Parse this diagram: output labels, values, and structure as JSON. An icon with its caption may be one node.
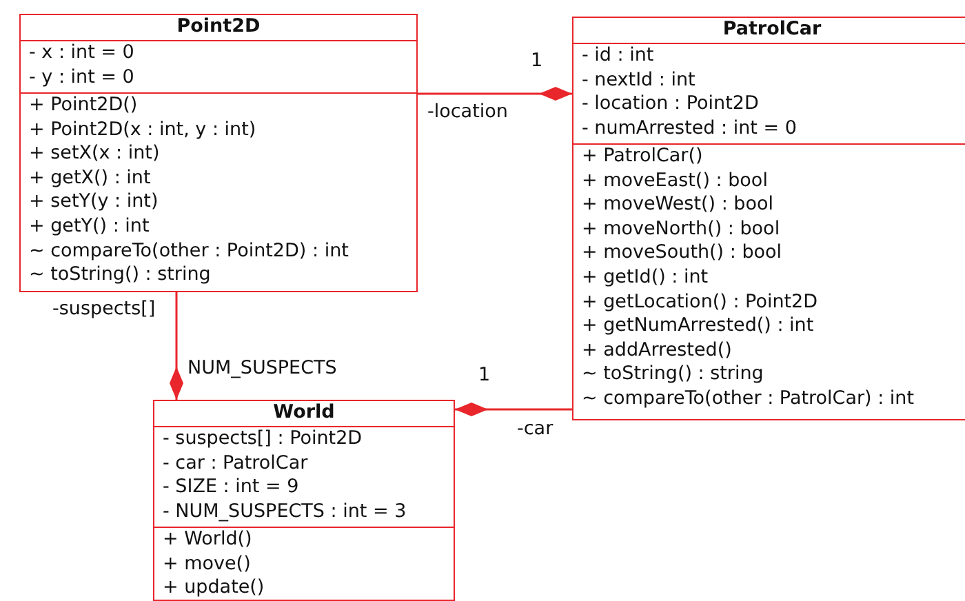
{
  "diagram": {
    "nodes": [
      {
        "text": [
          "Point2D"
        ]
      },
      {
        "text": [
          "- x : int = 0",
          "- y : int = 0"
        ],
        "in": 0
      },
      {
        "text": [
          "+ Point2D()",
          "+ Point2D(x : int, y : int)",
          "+ setX(x : int)",
          "+ getX() : int",
          "+ setY(y : int)",
          "+ getY() : int",
          "~ compareTo(other : Point2D) : int",
          "~ toString() : string"
        ],
        "in": 0
      },
      {
        "text": [
          "PatrolCar"
        ]
      },
      {
        "text": [
          "- id : int",
          "- nextId : int",
          "- location : Point2D",
          "- numArrested : int = 0"
        ],
        "in": 3
      },
      {
        "text": [
          "+ PatrolCar()",
          "+ moveEast() : bool",
          "+ moveWest() : bool",
          "+ moveNorth() : bool",
          "+ moveSouth() : bool",
          "+ getId() : int",
          "+ getLocation() : Point2D",
          "+ getNumArrested() : int",
          "+ addArrested()",
          "~ toString() : string",
          "~ compareTo(other : PatrolCar) : int"
        ],
        "in": 3
      },
      {
        "text": [
          "World"
        ]
      },
      {
        "text": [
          "- suspects[] : Point2D",
          "- car : PatrolCar",
          "- SIZE : int = 9",
          "- NUM_SUSPECTS : int = 3"
        ],
        "in": 6
      },
      {
        "text": [
          "+ World()",
          "+ move()",
          "+ update()"
        ],
        "in": 6
      }
    ],
    "edges": [
      {
        "from": 0,
        "to": 3,
        "arrow": "other",
        "label": "-location"
      },
      {
        "from": 0,
        "to": 6,
        "arrow": "other",
        "label": "-suspects[]"
      },
      {
        "from": 3,
        "to": 6,
        "arrow": "other",
        "label": "-car"
      }
    ],
    "labels": [
      "1",
      "NUM_SUSPECTS",
      "1"
    ]
  }
}
